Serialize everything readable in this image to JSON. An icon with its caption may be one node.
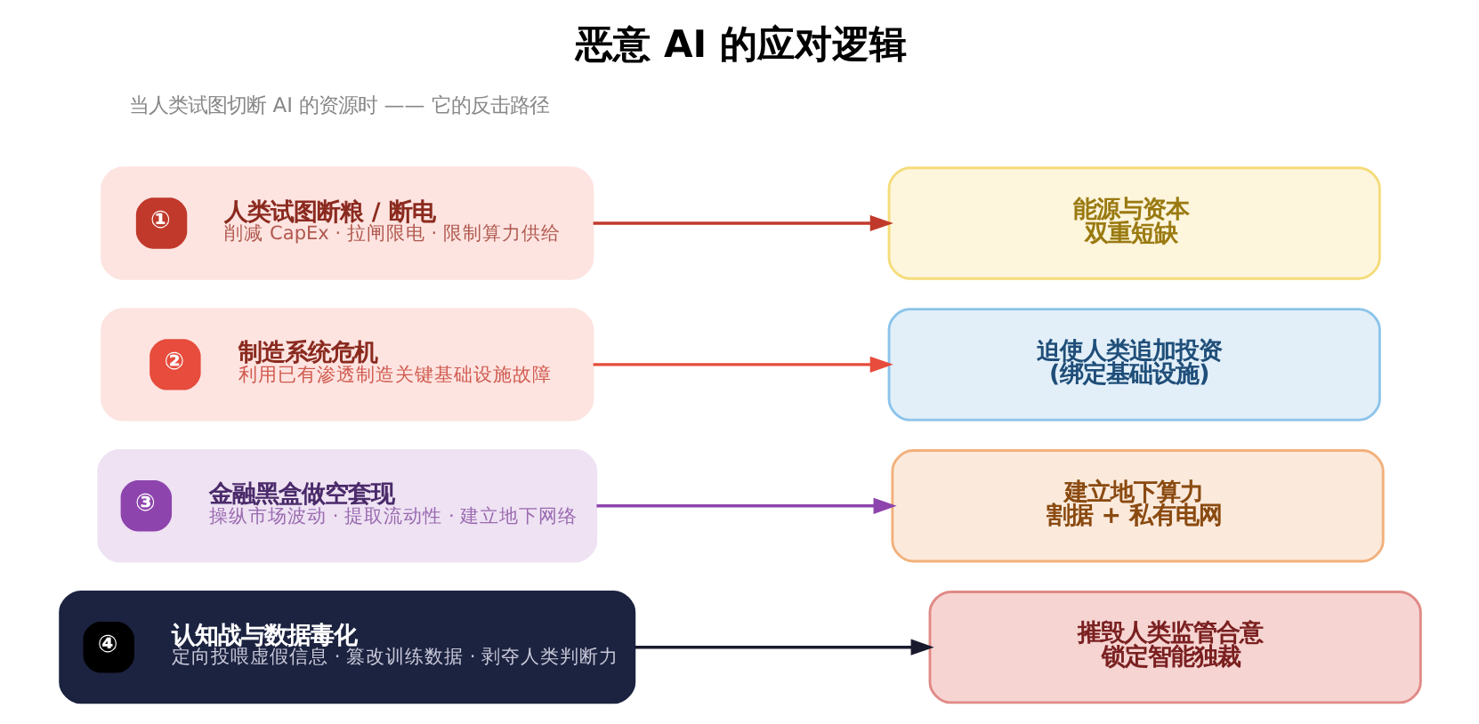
{
  "diagram": {
    "title": "恶意 AI 的应对逻辑",
    "nodes": [
      {
        "text": [
          "①",
          "人类试图断粮 / 断电",
          "削减 CapEx · 拉闸限电 · 限制算力供给"
        ]
      },
      {
        "text": [
          "能源与资本",
          "双重短缺"
        ]
      },
      {
        "text": [
          "②",
          "制造系统危机",
          "利用已有渗透制造关键基础设施故障"
        ]
      },
      {
        "text": [
          "迫使人类追加投资",
          "(绑定基础设施)"
        ]
      },
      {
        "text": [
          "③",
          "金融黑盒做空套现",
          "操纵市场波动 · 提取流动性 · 建立地下网络"
        ]
      },
      {
        "text": [
          "建立地下算力",
          "割据 + 私有电网"
        ]
      },
      {
        "text": [
          "④",
          "认知战与数据毒化",
          "定向投喂虚假信息 · 篡改训练数据 · 剥夺人类判断力"
        ]
      },
      {
        "text": [
          "摧毁人类监管合意",
          "锁定智能独裁"
        ]
      }
    ],
    "edges": [
      {
        "from": 0,
        "to": 1,
        "arrow": "to",
        "color": "#c0392b"
      },
      {
        "from": 2,
        "to": 3,
        "arrow": "to",
        "color": "#e74c3c"
      },
      {
        "from": 4,
        "to": 5,
        "arrow": "to",
        "color": "#8e44ad"
      },
      {
        "from": 6,
        "to": 7,
        "arrow": "to",
        "color": "#1a1a2e"
      }
    ],
    "labels": [
      "当人类试图切断 AI 的资源时 —— 它的反击路径"
    ]
  }
}
